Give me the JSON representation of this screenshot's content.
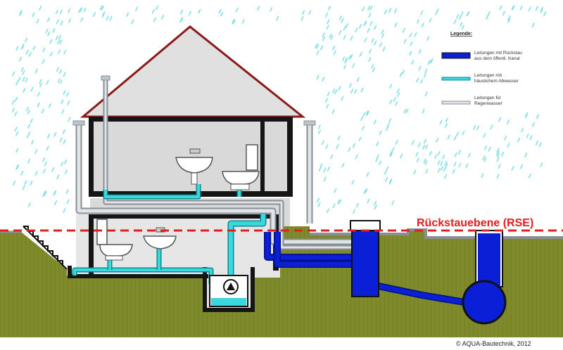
{
  "legend": {
    "title": "Legende:",
    "items": [
      {
        "line1": "Leitungen mit Rückstau",
        "line2": "aus dem öffentl. Kanal",
        "color": "#0a1fd6"
      },
      {
        "line1": "Leitungen mit",
        "line2": "häuslichem Abwasser",
        "color": "#3ad8dd"
      },
      {
        "line1": "Leitungen für",
        "line2": "Regenwasser",
        "color": "#b9c7cc"
      }
    ]
  },
  "rse_label": "Rückstauebene (RSE)",
  "copyright": "© AQUA-Bautechnik, 2012",
  "colors": {
    "backflow": "#0a1fd6",
    "sewage": "#3ad8dd",
    "rain": "#b9c7cc",
    "rain_drops": "#7fe0e6",
    "ground": "#7f8a2a",
    "rse_line": "#e02020",
    "roof": "#8b1a1a",
    "wall": "#151515"
  }
}
